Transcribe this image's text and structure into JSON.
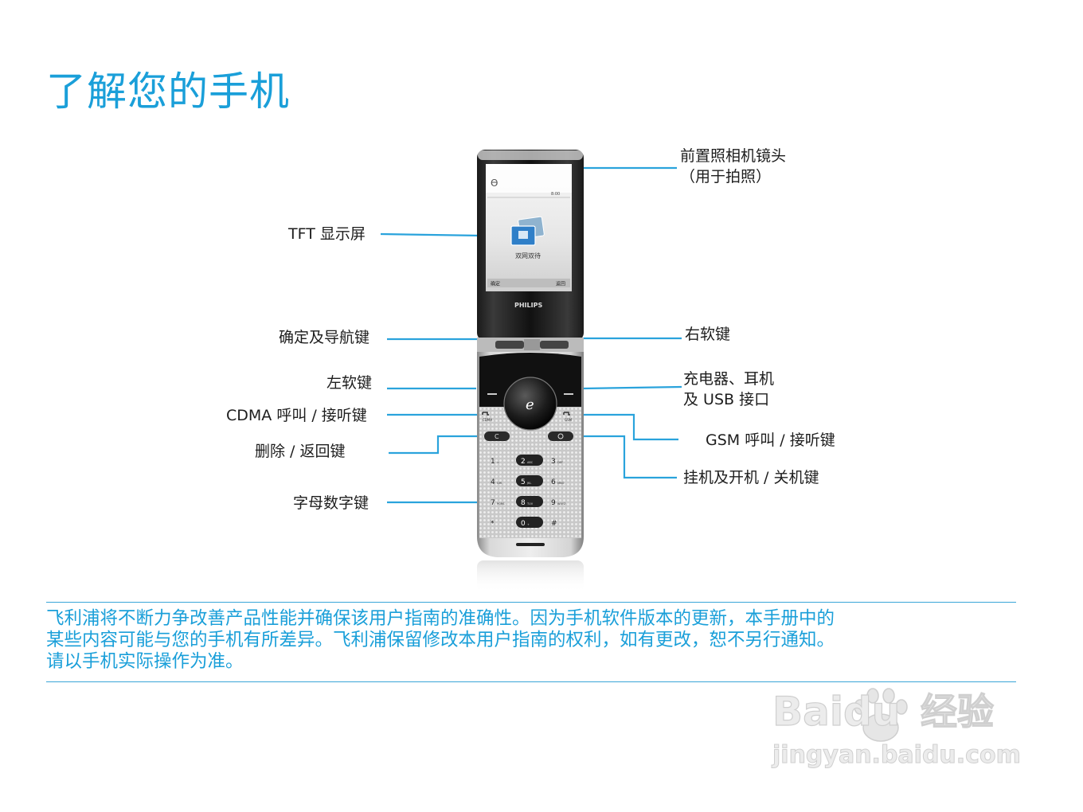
{
  "title": "了解您的手机",
  "callouts": {
    "front_camera_line1": "前置照相机镜头",
    "front_camera_line2": "（用于拍照）",
    "tft_display": "TFT 显示屏",
    "ok_nav_key": "确定及导航键",
    "left_soft_key": "左软键",
    "cdma_call_key": "CDMA 呼叫 / 接听键",
    "delete_back_key": "删除 / 返回键",
    "alphanumeric_keys": "字母数字键",
    "right_soft_key": "右软键",
    "charger_line1": "充电器、耳机",
    "charger_line2": "及 USB 接口",
    "gsm_call_key": "GSM 呼叫 / 接听键",
    "end_power_key": "挂机及开机 / 关机键"
  },
  "phone_screen": {
    "clock": "8:00",
    "center_label": "双网双待",
    "softkey_left": "确定",
    "softkey_right": "返回",
    "brand": "PHILIPS"
  },
  "phone_keys": {
    "clear_key": "C",
    "center_key": "e",
    "cdma_label": "CDMA",
    "gsm_label": "GSM",
    "keypad": [
      [
        "1",
        "2",
        "3"
      ],
      [
        "4",
        "5",
        "6"
      ],
      [
        "7",
        "8",
        "9"
      ],
      [
        "*",
        "0",
        "#"
      ]
    ],
    "keypad_sub": [
      [
        "∞",
        "ABC",
        "DEF"
      ],
      [
        "GHI",
        "JKL",
        "MNO"
      ],
      [
        "PQRS",
        "TUV",
        "WXYZ"
      ],
      [
        "",
        "+",
        ""
      ]
    ]
  },
  "disclaimer": {
    "line1": "飞利浦将不断力争改善产品性能并确保该用户指南的准确性。因为手机软件版本的更新，本手册中的",
    "line2": "某些内容可能与您的手机有所差异。飞利浦保留修改本用户指南的权利，如有更改，恕不另行通知。",
    "line3": "请以手机实际操作为准。"
  },
  "watermark": {
    "brand": "Baidu",
    "suffix": "经验",
    "url": "jingyan.baidu.com"
  },
  "colors": {
    "accent": "#1a9fd9",
    "leader": "#2aa3dc",
    "text": "#1d1d1d"
  }
}
